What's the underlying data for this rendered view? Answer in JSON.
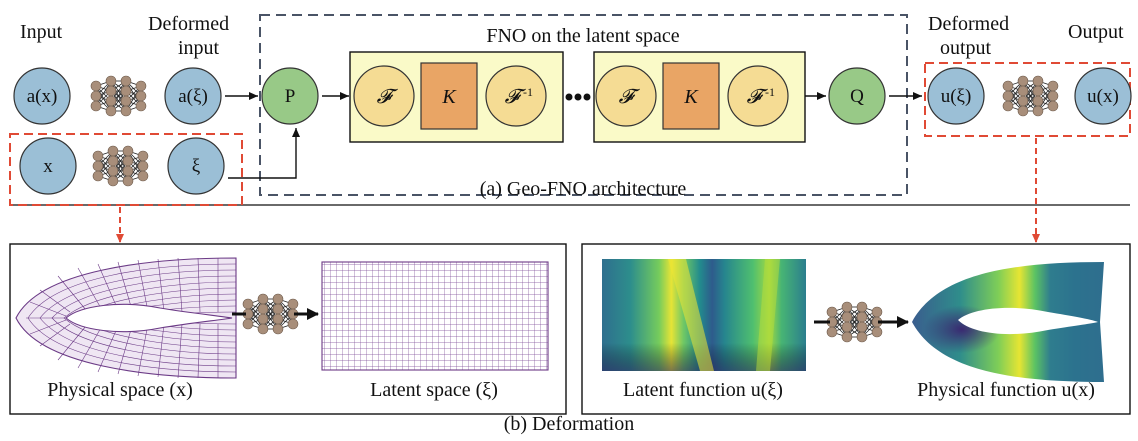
{
  "top": {
    "input_label": "Input",
    "deformed_input_line1": "Deformed",
    "deformed_input_line2": "input",
    "fno_title": "FNO on the latent space",
    "deformed_output_line1": "Deformed",
    "deformed_output_line2": "output",
    "output_label": "Output",
    "caption": "(a) Geo-FNO architecture",
    "nodes": {
      "a_x": "a(x)",
      "a_xi": "a(ξ)",
      "x": "x",
      "xi": "ξ",
      "P": "P",
      "Q": "Q",
      "u_xi": "u(ξ)",
      "u_x": "u(x)"
    },
    "ops": {
      "fourier": "𝓕",
      "kernel": "K",
      "inverse_fourier": "𝓕",
      "inverse_sup": "-1"
    }
  },
  "bottom": {
    "physical_space_label": "Physical space (x)",
    "latent_space_label": "Latent space (ξ)",
    "latent_function_label": "Latent function u(ξ)",
    "physical_function_label": "Physical function u(x)",
    "caption": "(b) Deformation"
  },
  "colors": {
    "blue_node": "#9bbfd6",
    "green_node": "#98c987",
    "yellow_circle": "#f5dc94",
    "orange_box": "#e9a565",
    "fno_block": "#fafac8",
    "neuron": "#a88e7a",
    "red_dash": "#e04a35",
    "slate_dash": "#4a5466",
    "mesh": "#6b3a86",
    "viridis_dark": "#3b2f6e",
    "viridis_yellow": "#f2e532"
  }
}
